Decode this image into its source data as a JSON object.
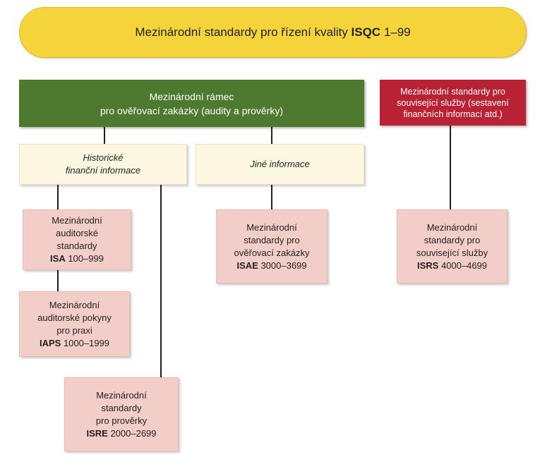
{
  "quality": {
    "title_prefix": "Mezinárodní standardy pro řízení kvality",
    "title_code": "ISQC",
    "title_range": "1–99"
  },
  "framework": {
    "line1": "Mezinárodní rámec",
    "line2": "pro ověřovací zakázky (audity a prověrky)"
  },
  "related": {
    "line1": "Mezinárodní standardy pro",
    "line2": "související služby (sestavení",
    "line3": "finančních informací atd.)"
  },
  "historical": {
    "line1": "Historické",
    "line2": "finanční informace"
  },
  "other": {
    "line1": "Jiné informace"
  },
  "isa": {
    "line1": "Mezinárodní",
    "line2": "auditorské",
    "line3": "standardy",
    "code": "ISA",
    "range": "100–999"
  },
  "iaps": {
    "line1": "Mezinárodní",
    "line2": "auditorské pokyny",
    "line3": "pro praxi",
    "code": "IAPS",
    "range": "1000–1999"
  },
  "isre": {
    "line1": "Mezinárodní",
    "line2": "standardy",
    "line3": "pro prověrky",
    "code": "ISRE",
    "range": "2000–2699"
  },
  "isae": {
    "line1": "Mezinárodní",
    "line2": "standardy pro",
    "line3": "ověřovací zakázky",
    "code": "ISAE",
    "range": "3000–3699"
  },
  "isrs": {
    "line1": "Mezinárodní",
    "line2": "standardy pro",
    "line3": "související služby",
    "code": "ISRS",
    "range": "4000–4699"
  },
  "colors": {
    "quality_fill": "#f5d33a",
    "framework_fill": "#4e7a2f",
    "related_fill": "#b82234",
    "info_fill": "#fdf8e1",
    "standard_fill": "#f3cdc7",
    "connector": "#231f20"
  }
}
